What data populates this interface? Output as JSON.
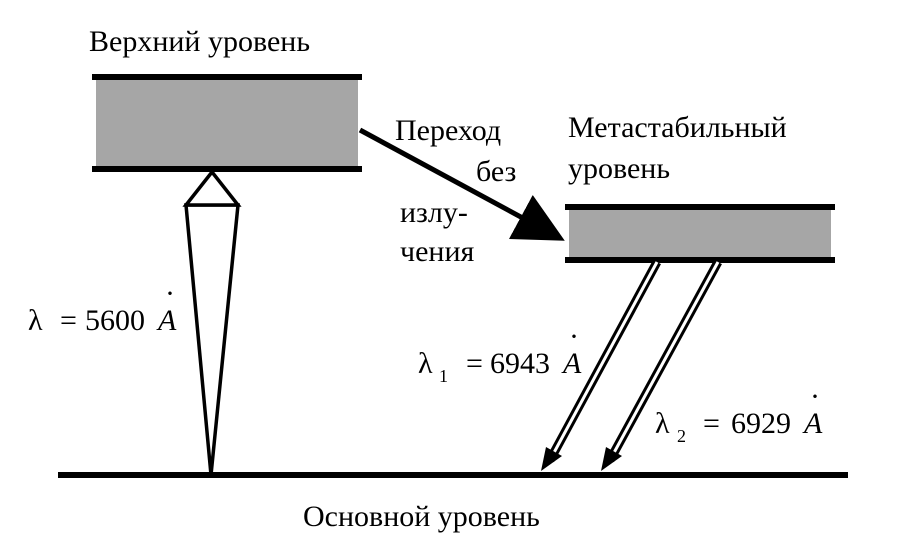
{
  "levels": {
    "upper": "Верхний уровень",
    "metastable_line1": "Метастабильный",
    "metastable_line2": "уровень",
    "ground": "Основной уровень"
  },
  "transition": {
    "line1": "Переход",
    "line2": "без",
    "line3": "излу-",
    "line4": "чения"
  },
  "pump": {
    "symbol": "λ",
    "subscript": "",
    "equals": "=",
    "value": "5600",
    "unit": "A",
    "unit_mark": "·"
  },
  "emission1": {
    "symbol": "λ",
    "subscript": "1",
    "equals": "=",
    "value": "6943",
    "unit": "A",
    "unit_mark": "·"
  },
  "emission2": {
    "symbol": "λ",
    "subscript": "2",
    "equals": "=",
    "value": "6929",
    "unit": "A",
    "unit_mark": "·"
  },
  "colors": {
    "band_fill": "#a6a6a6",
    "line": "#000000",
    "background": "#ffffff"
  }
}
